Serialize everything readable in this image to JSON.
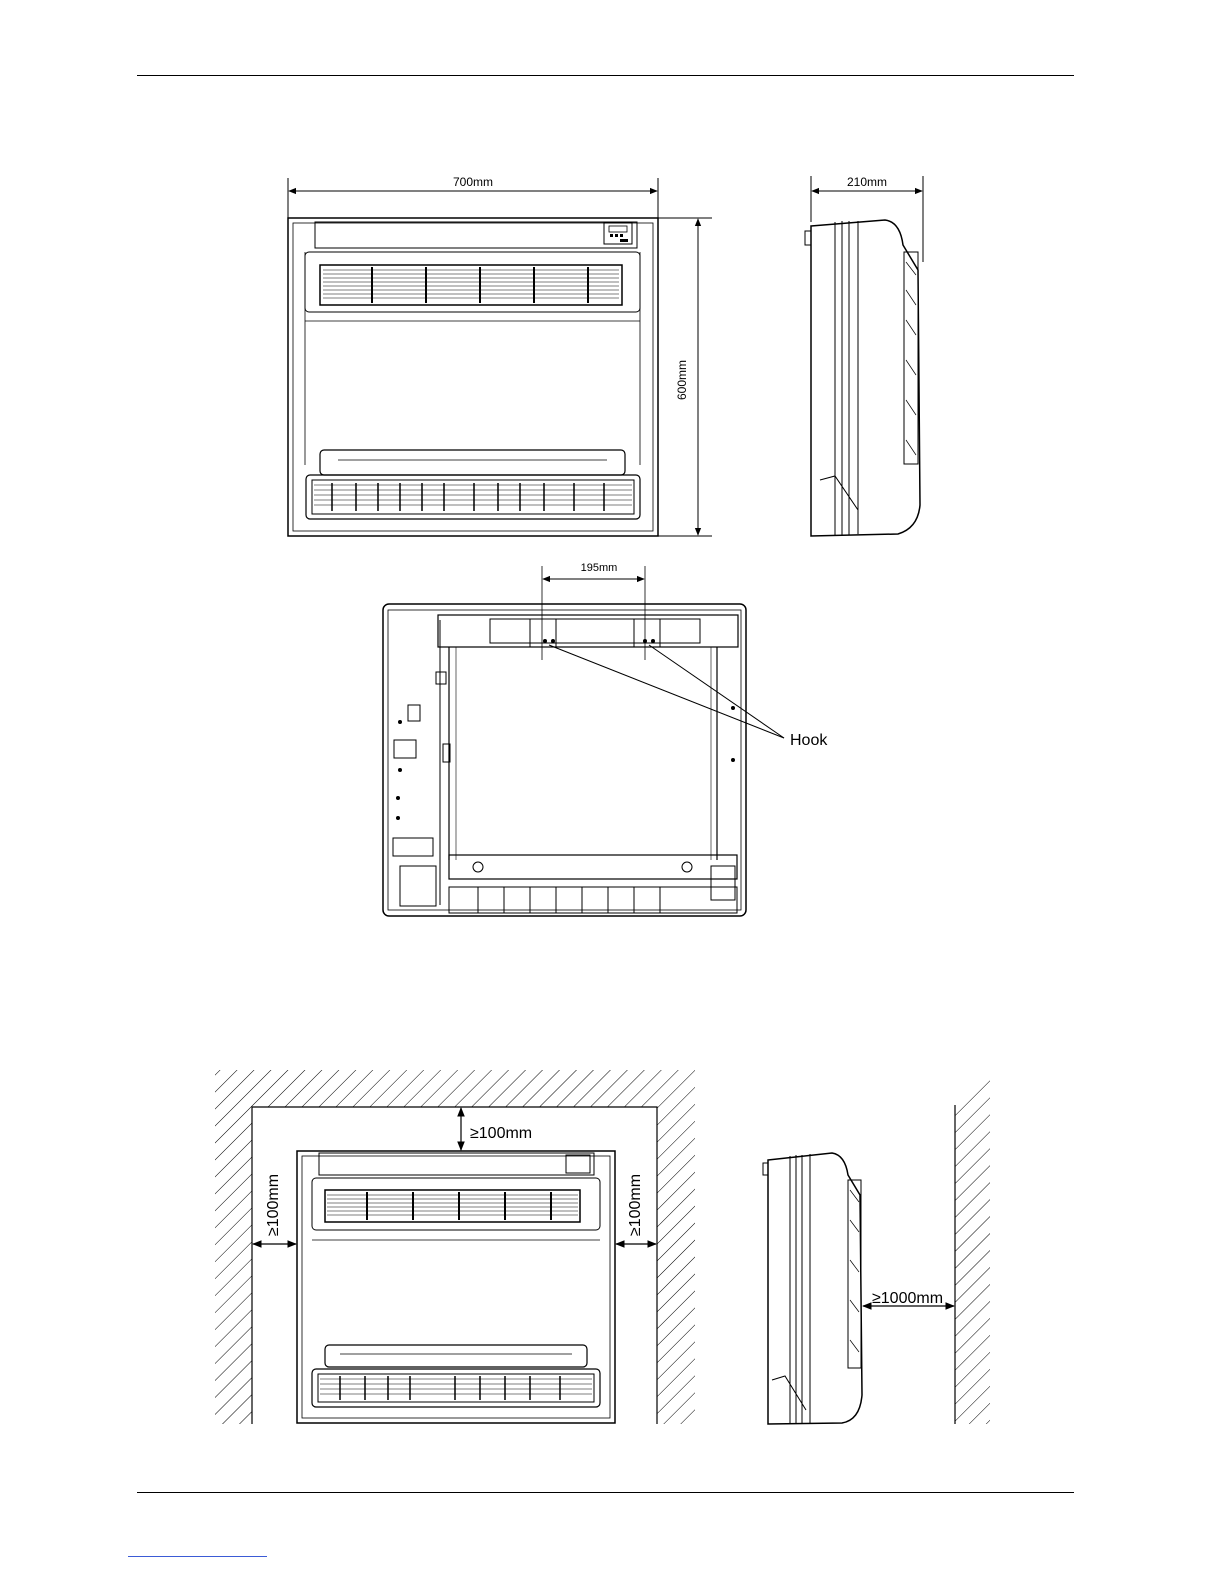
{
  "dimensions": {
    "width": "700mm",
    "height": "600mm",
    "depth": "210mm",
    "hook_spacing": "195mm"
  },
  "labels": {
    "hook": "Hook"
  },
  "clearances": {
    "top": "≥100mm",
    "left": "≥100mm",
    "right": "≥100mm",
    "front": "≥1000mm"
  }
}
